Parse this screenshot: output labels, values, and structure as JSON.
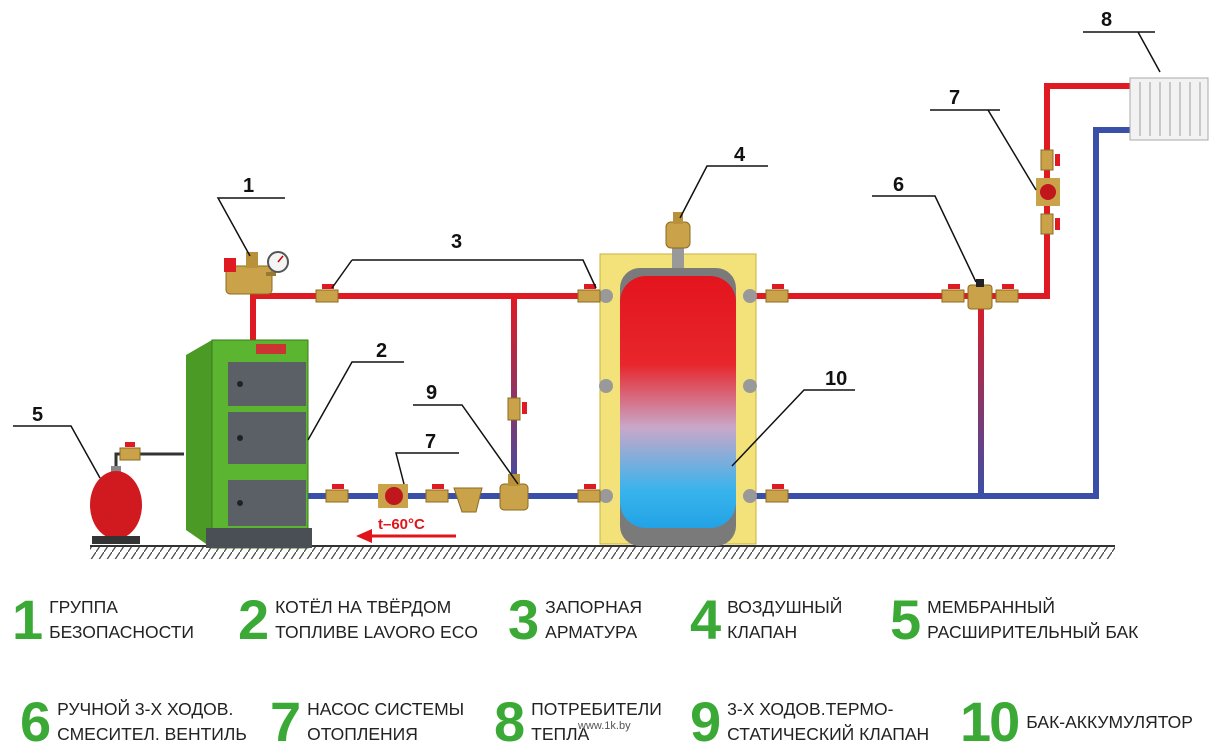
{
  "diagram": {
    "callouts": [
      "1",
      "2",
      "3",
      "4",
      "5",
      "6",
      "7",
      "7",
      "8",
      "9",
      "10"
    ],
    "temperature_label": "t–60°C",
    "watermark": "www.1k.by",
    "colors": {
      "hot": "#e01a22",
      "cold": "#3a4fa8",
      "boiler_green": "#5cb530",
      "frame_yellow": "#f3e27a",
      "accent_green": "#3aa935"
    }
  },
  "legend": [
    {
      "number": "1",
      "text": "ГРУППА\nБЕЗОПАСНОСТИ"
    },
    {
      "number": "2",
      "text": "КОТЁЛ НА ТВЁРДОМ\nТОПЛИВЕ LAVORO ECO"
    },
    {
      "number": "3",
      "text": "ЗАПОРНАЯ\nАРМАТУРА"
    },
    {
      "number": "4",
      "text": "ВОЗДУШНЫЙ\nКЛАПАН"
    },
    {
      "number": "5",
      "text": "МЕМБРАННЫЙ\nРАСШИРИТЕЛЬНЫЙ БАК"
    },
    {
      "number": "6",
      "text": "РУЧНОЙ 3-Х ХОДОВ.\nСМЕСИТЕЛ. ВЕНТИЛЬ"
    },
    {
      "number": "7",
      "text": "НАСОС СИСТЕМЫ\nОТОПЛЕНИЯ"
    },
    {
      "number": "8",
      "text": "ПОТРЕБИТЕЛИ\nТЕПЛА"
    },
    {
      "number": "9",
      "text": "3-Х ХОДОВ.ТЕРМО-\nСТАТИЧЕСКИЙ КЛАПАН"
    },
    {
      "number": "10",
      "text": "БАК-АККУМУЛЯТОР"
    }
  ]
}
